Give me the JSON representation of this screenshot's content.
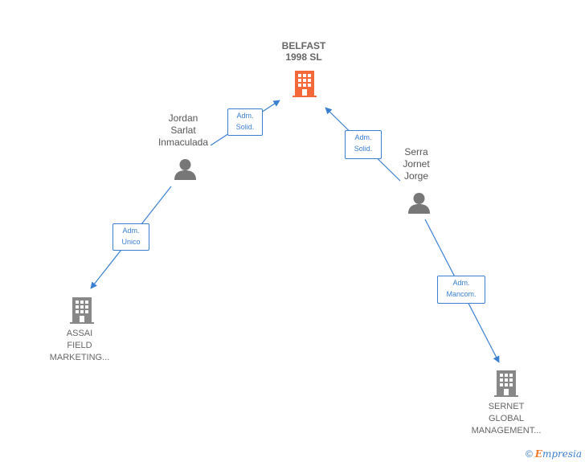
{
  "nodes": {
    "belfast": {
      "lines": [
        "BELFAST",
        "1998  SL"
      ],
      "type": "company",
      "color": "#f4683a"
    },
    "jordan": {
      "lines": [
        "Jordan",
        "Sarlat",
        "Inmaculada"
      ],
      "type": "person",
      "color": "#777777"
    },
    "serra": {
      "lines": [
        "Serra",
        "Jornet",
        "Jorge"
      ],
      "type": "person",
      "color": "#777777"
    },
    "assai": {
      "lines": [
        "ASSAI",
        "FIELD",
        "MARKETING..."
      ],
      "type": "company",
      "color": "#888888"
    },
    "sernet": {
      "lines": [
        "SERNET",
        "GLOBAL",
        "MANAGEMENT..."
      ],
      "type": "company",
      "color": "#888888"
    }
  },
  "edges": {
    "jordan_belfast": {
      "lines": [
        "Adm.",
        "Solid."
      ]
    },
    "serra_belfast": {
      "lines": [
        "Adm.",
        "Solid."
      ]
    },
    "jordan_assai": {
      "lines": [
        "Adm.",
        "Unico"
      ]
    },
    "serra_sernet": {
      "lines": [
        "Adm.",
        "Mancom."
      ]
    }
  },
  "colors": {
    "edge": "#3a7fd0",
    "accent": "#f4683a"
  },
  "footer": {
    "copyright": "©",
    "brand_first": "E",
    "brand_rest": "mpresia"
  }
}
